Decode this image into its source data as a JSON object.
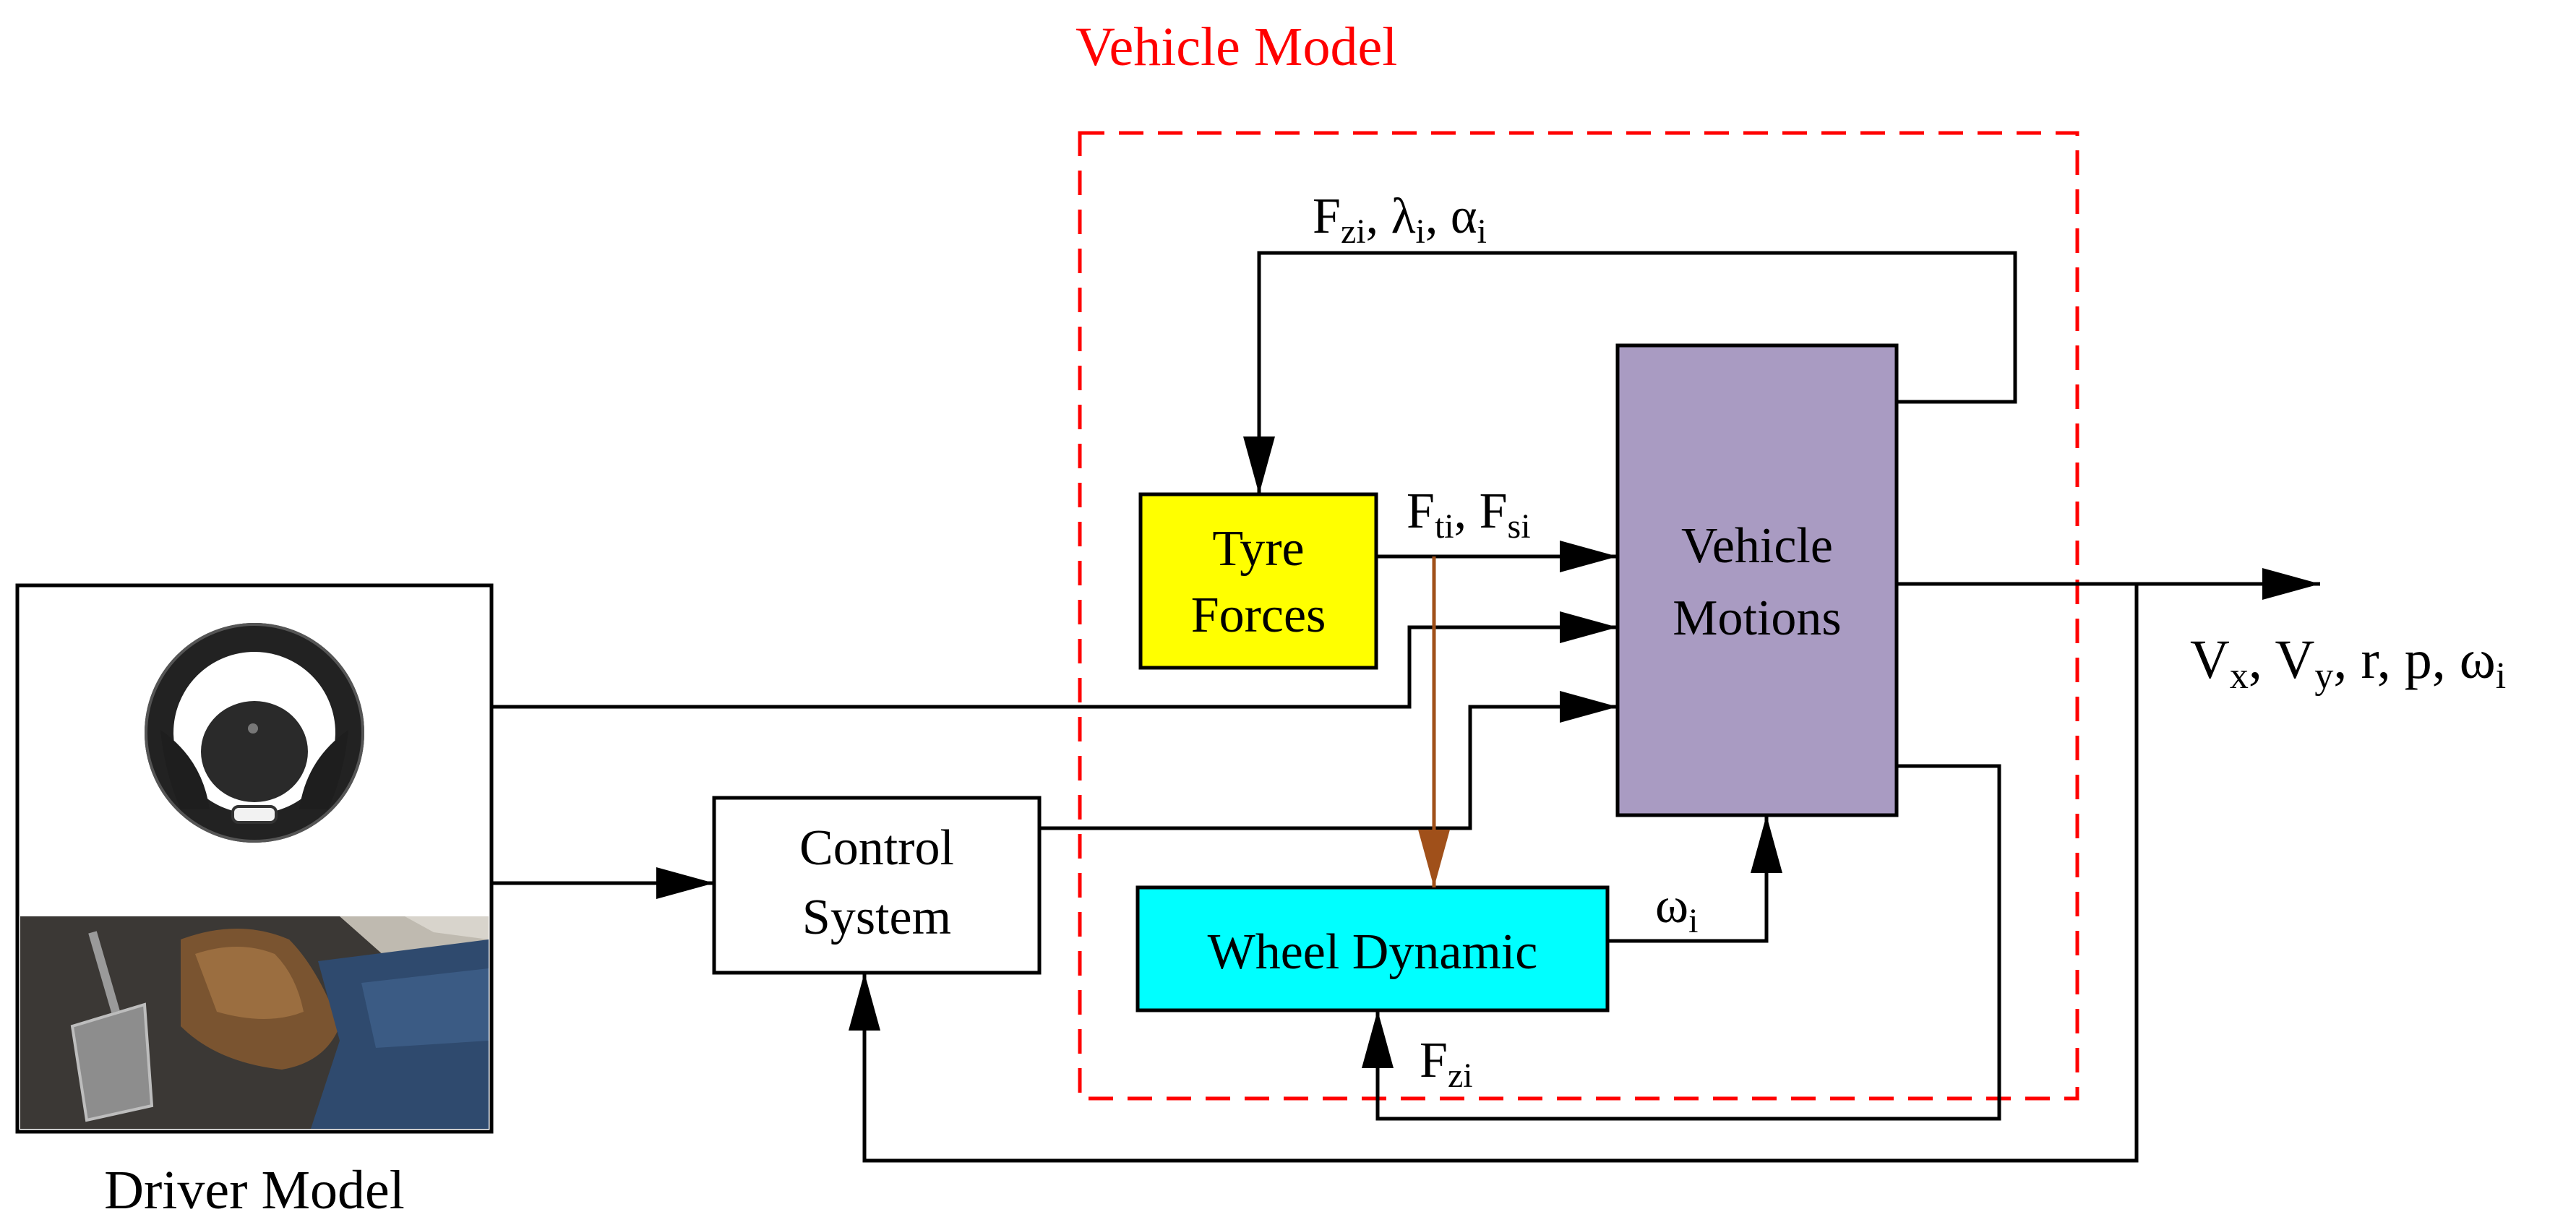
{
  "vehicle_model": {
    "title": "Vehicle Model",
    "color": "#ff0000"
  },
  "driver_model": {
    "caption": "Driver Model",
    "icons": [
      "steering-wheel-icon",
      "pedal-foot-icon"
    ]
  },
  "blocks": {
    "tyre_forces": {
      "line1": "Tyre",
      "line2": "Forces",
      "fill": "#ffff00"
    },
    "vehicle_motions": {
      "line1": "Vehicle",
      "line2": "Motions",
      "fill": "#a99bc2"
    },
    "wheel_dynamic": {
      "label": "Wheel Dynamic",
      "fill": "#00ffff"
    },
    "control_system": {
      "line1": "Control",
      "line2": "System",
      "fill": "#ffffff"
    }
  },
  "signals": {
    "feedback_top": {
      "F": "F",
      "zi": "zi",
      "comma1": ", ",
      "lambda": "λ",
      "li": "i",
      "comma2": ", ",
      "alpha": "α",
      "ai": "i"
    },
    "tyre_out": {
      "F1": "F",
      "ti": "ti",
      "comma": ", ",
      "F2": "F",
      "si": "si"
    },
    "omega_wheel": {
      "omega": "ω",
      "sub": "i"
    },
    "fz_bottom": {
      "F": "F",
      "zi": "zi"
    },
    "outputs": {
      "Vx": "V",
      "x": "x",
      "c1": ", ",
      "Vy": "V",
      "y": "y",
      "rest": ", r, p, ",
      "omega": "ω",
      "oi": "i"
    }
  },
  "colors": {
    "line": "#000000",
    "brown_arrow": "#a0501a"
  }
}
